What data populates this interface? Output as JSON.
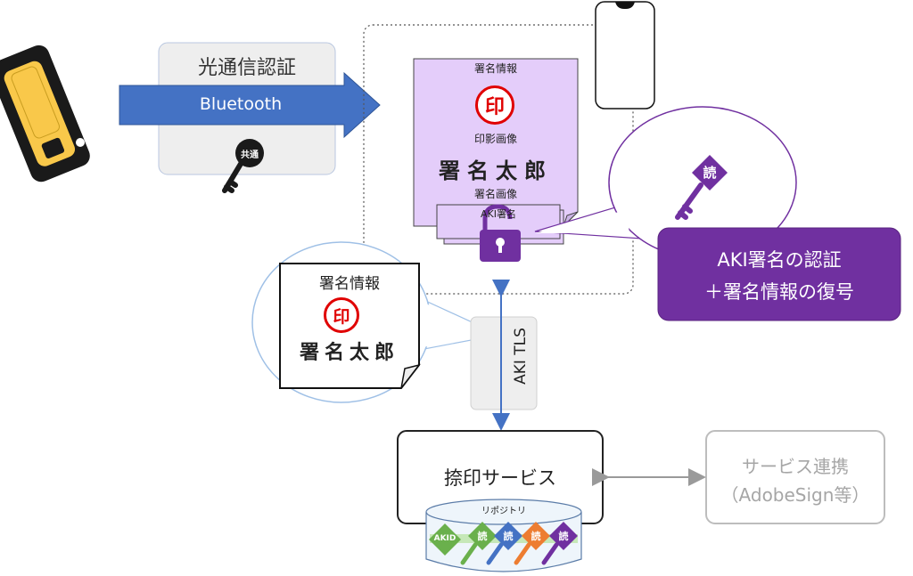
{
  "optical": {
    "title": "光通信認証",
    "bluetooth": "Bluetooth",
    "key_badge": "共通"
  },
  "signature_doc": {
    "header": "署名情報",
    "stamp_char": "印",
    "stamp_caption": "印影画像",
    "name": "署名太郎",
    "name_caption": "署名画像",
    "aki_tab": "AKI署名"
  },
  "callout_doc": {
    "header": "署名情報",
    "stamp_char": "印",
    "name": "署名太郎"
  },
  "read_key": {
    "badge": "読"
  },
  "auth_box": {
    "line1": "AKI署名の認証",
    "line2": "＋署名情報の復号"
  },
  "tls": {
    "label": "AKI TLS"
  },
  "stamp_service": {
    "title": "捺印サービス",
    "repository": "リポジトリ",
    "keys": [
      "AKID",
      "読",
      "読",
      "読",
      "読"
    ]
  },
  "service_link": {
    "line1": "サービス連携",
    "line2": "（AdobeSign等）"
  },
  "colors": {
    "blue_arrow": "#4472c4",
    "purple": "#7030a0",
    "doc_purple": "#e4cdfa",
    "stamp_red": "#e00000",
    "token_yellow": "#f9c84a",
    "green_key": "#6ab04c",
    "blue_key": "#4472c4",
    "orange_key": "#ed7d31",
    "purple_key": "#7030a0"
  }
}
